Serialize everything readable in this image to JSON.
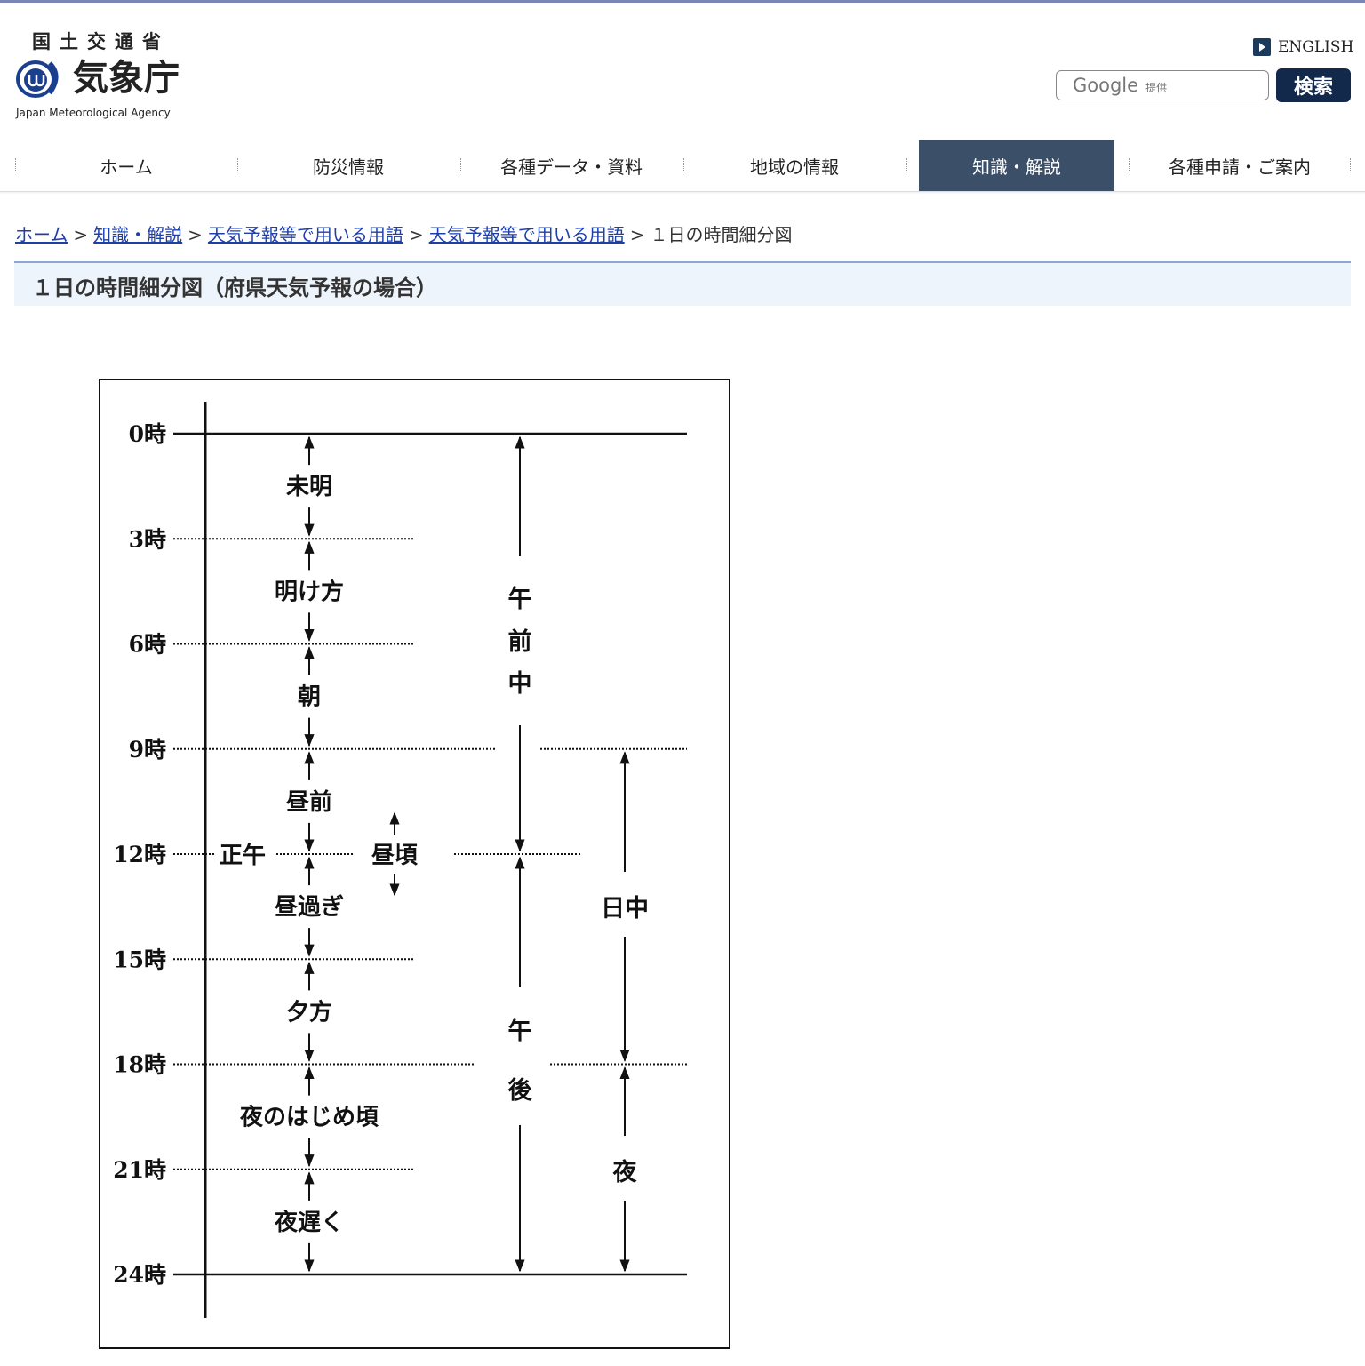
{
  "header": {
    "ministry": "国土交通省",
    "agency": "気象庁",
    "agency_en": "Japan Meteorological Agency",
    "english_link": "ENGLISH",
    "search_google": "Google",
    "search_provided": "提供",
    "search_button": "検索"
  },
  "nav": {
    "items": [
      {
        "label": "ホーム"
      },
      {
        "label": "防災情報"
      },
      {
        "label": "各種データ・資料"
      },
      {
        "label": "地域の情報"
      },
      {
        "label": "知識・解説"
      },
      {
        "label": "各種申請・ご案内"
      }
    ],
    "active_index": 4
  },
  "breadcrumb": {
    "links": [
      "ホーム",
      "知識・解説",
      "天気予報等で用いる用語",
      "天気予報等で用いる用語"
    ],
    "separator": ">",
    "current": "１日の時間細分図"
  },
  "page_title": "１日の時間細分図（府県天気予報の場合）",
  "diagram": {
    "hours": [
      "0時",
      "3時",
      "6時",
      "9時",
      "12時",
      "15時",
      "18時",
      "21時",
      "24時"
    ],
    "periods": [
      "未明",
      "明け方",
      "朝",
      "昼前",
      "昼過ぎ",
      "夕方",
      "夜のはじめ頃",
      "夜遅く"
    ],
    "noon": "正午",
    "around_noon": "昼頃",
    "am": [
      "午",
      "前",
      "中"
    ],
    "pm": [
      "午",
      "後"
    ],
    "daytime": "日中",
    "night": "夜"
  },
  "colors": {
    "nav_active": "#3b5068",
    "search_button": "#13294b",
    "link": "#1f3fa8",
    "title_bg": "#eef4fc"
  }
}
